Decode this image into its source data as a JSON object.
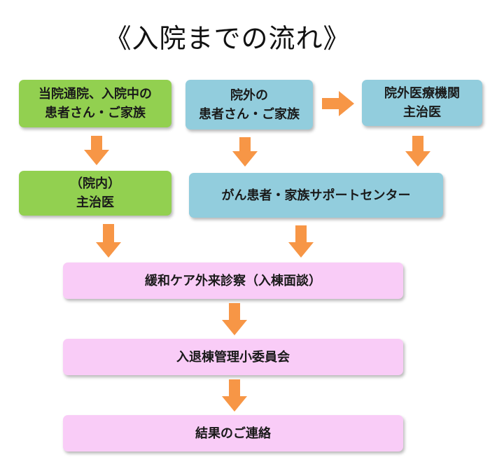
{
  "title": "《入院までの流れ》",
  "colors": {
    "green": "#92d050",
    "blue": "#92cddd",
    "pink": "#f9ccf7",
    "arrow": "#f79646"
  },
  "boxes": {
    "current_patients": {
      "line1": "当院通院、入院中の",
      "line2": "患者さん・ご家族"
    },
    "external_patients": {
      "line1": "院外の",
      "line2": "患者さん・ご家族"
    },
    "external_institution": {
      "line1": "院外医療機関",
      "line2": "主治医"
    },
    "in_hospital_doctor": {
      "line1": "（院内）",
      "line2": "主治医"
    },
    "support_center": {
      "line1": "がん患者・家族サポートセンター"
    },
    "palliative_clinic": {
      "line1": "緩和ケア外来診察（入棟面談）"
    },
    "committee": {
      "line1": "入退棟管理小委員会"
    },
    "result": {
      "line1": "結果のご連絡"
    }
  }
}
